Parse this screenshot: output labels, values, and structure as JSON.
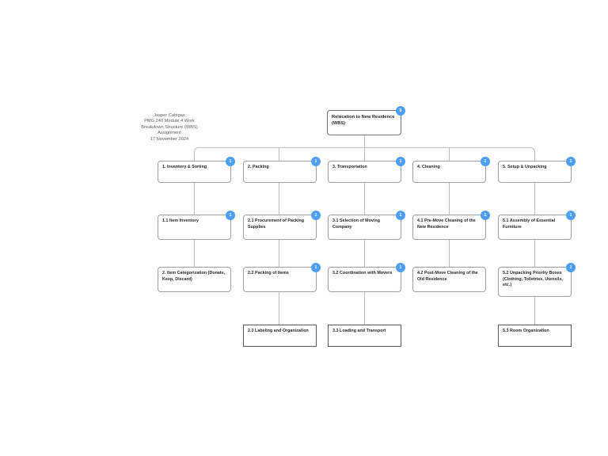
{
  "diagram": {
    "type": "work-breakdown-structure",
    "accent_color": "#4d9ef0",
    "node_border_color": "#9b9fa4",
    "connector_color": "#b9bdc2",
    "background_color": "#ffffff"
  },
  "title_block": {
    "text": "Jasper Cabigas\nPMG 240 Module 4 Work\nBreakdown Structure (WBS)\nAssignment\n17 November 2024"
  },
  "root": {
    "label": "Relocation to New Residence (WBS)",
    "badge": "5"
  },
  "branches": [
    {
      "level1": {
        "label": "1. Inventory & Sorting",
        "badge": "1"
      },
      "level2": [
        {
          "label": "1.1 Item Inventory",
          "badge": "1"
        },
        {
          "label": "2. Item Categorization (Donate, Keep, Discard)",
          "badge": ""
        }
      ]
    },
    {
      "level1": {
        "label": "2. Packing",
        "badge": "1"
      },
      "level2": [
        {
          "label": "2.1 Procurement of Packing Supplies",
          "badge": "1"
        },
        {
          "label": "2.2 Packing of Items",
          "badge": "1"
        },
        {
          "label": "2.3 Labeling and Organization",
          "badge": ""
        }
      ]
    },
    {
      "level1": {
        "label": "3. Transportation",
        "badge": "1"
      },
      "level2": [
        {
          "label": "3.1 Selection of Moving Company",
          "badge": "1"
        },
        {
          "label": "3.2 Coordination with Movers",
          "badge": "1"
        },
        {
          "label": "3.3 Loading and Transport",
          "badge": ""
        }
      ]
    },
    {
      "level1": {
        "label": "4. Cleaning",
        "badge": "1"
      },
      "level2": [
        {
          "label": "4.1 Pre-Move Cleaning of the New Residence",
          "badge": "1"
        },
        {
          "label": "4.2 Post-Move Cleaning of the Old Residence",
          "badge": ""
        }
      ]
    },
    {
      "level1": {
        "label": "5. Setup & Unpacking",
        "badge": "1"
      },
      "level2": [
        {
          "label": "5.1 Assembly of Essential Furniture",
          "badge": "1"
        },
        {
          "label": "5.2 Unpacking Priority Boxes (Clothing, Toiletries, Utensils, etc.)",
          "badge": "1"
        },
        {
          "label": "5.3 Room Organization",
          "badge": ""
        }
      ]
    }
  ]
}
